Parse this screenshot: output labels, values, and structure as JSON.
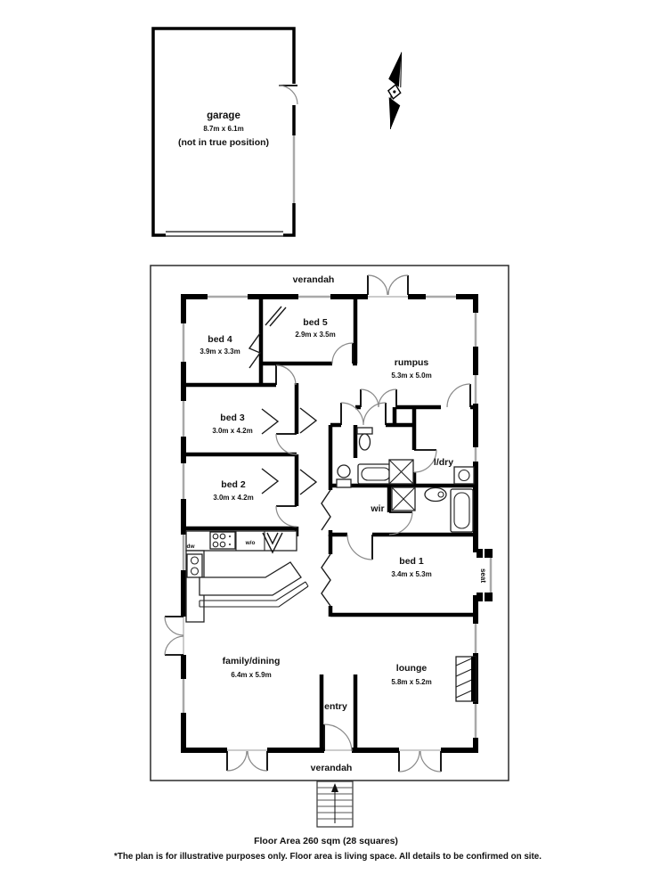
{
  "plan": {
    "garage": {
      "name": "garage",
      "dims": "8.7m x 6.1m",
      "note": "(not in true position)"
    },
    "house": {
      "verandah_top": "verandah",
      "verandah_bottom": "verandah",
      "rooms": {
        "bed4": {
          "name": "bed 4",
          "dims": "3.9m x 3.3m"
        },
        "bed5": {
          "name": "bed 5",
          "dims": "2.9m x 3.5m"
        },
        "rumpus": {
          "name": "rumpus",
          "dims": "5.3m x 5.0m"
        },
        "bed3": {
          "name": "bed 3",
          "dims": "3.0m x 4.2m"
        },
        "bed2": {
          "name": "bed 2",
          "dims": "3.0m x 4.2m"
        },
        "ldry": {
          "name": "l/dry"
        },
        "wir": {
          "name": "wir"
        },
        "bed1": {
          "name": "bed 1",
          "dims": "3.4m x 5.3m"
        },
        "family": {
          "name": "family/dining",
          "dims": "6.4m x 5.9m"
        },
        "lounge": {
          "name": "lounge",
          "dims": "5.8m x 5.2m"
        },
        "entry": {
          "name": "entry"
        }
      },
      "features": {
        "seat": "seat",
        "dw": "dw",
        "wall_oven": "w/o"
      }
    },
    "footer": {
      "floor_area": "Floor Area 260 sqm (28 squares)",
      "disclaimer": "*The plan is for illustrative purposes only. Floor area is living space. All details to be confirmed on site."
    },
    "colors": {
      "wall": "#000000",
      "window_line": "#a9a9a9",
      "background": "#ffffff",
      "text": "#111111"
    }
  }
}
